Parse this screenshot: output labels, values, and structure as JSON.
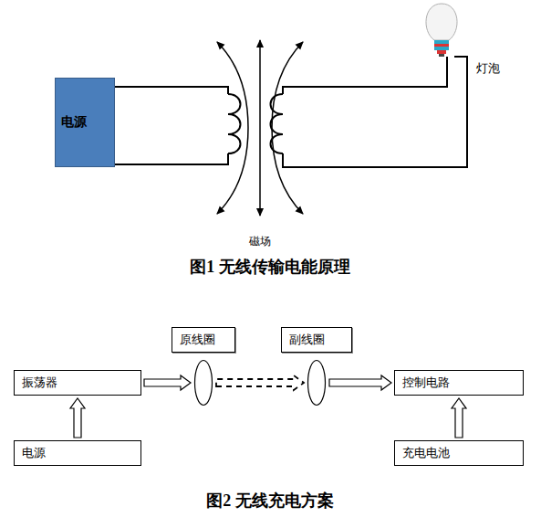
{
  "diagram": {
    "nodes": [
      {
        "text": [
          "电源"
        ]
      },
      {
        "text": [
          "原线圈"
        ]
      },
      {
        "text": [
          "副线圈"
        ]
      },
      {
        "text": [
          "振荡器"
        ]
      },
      {
        "text": [
          "电源"
        ]
      },
      {
        "text": [
          "控制电路"
        ]
      },
      {
        "text": [
          "充电电池"
        ]
      }
    ],
    "edges": [
      {
        "from": 3,
        "to": 1,
        "arrow": "to"
      },
      {
        "from": 1,
        "to": 2,
        "arrow": "to"
      },
      {
        "from": 2,
        "to": 5,
        "arrow": "to"
      },
      {
        "from": 4,
        "to": 3,
        "arrow": "to"
      },
      {
        "from": 6,
        "to": 5,
        "arrow": "to"
      }
    ],
    "labels": [
      "灯泡",
      "磁场",
      "图1 无线传输电能原理",
      "图2 无线充电方案"
    ]
  }
}
